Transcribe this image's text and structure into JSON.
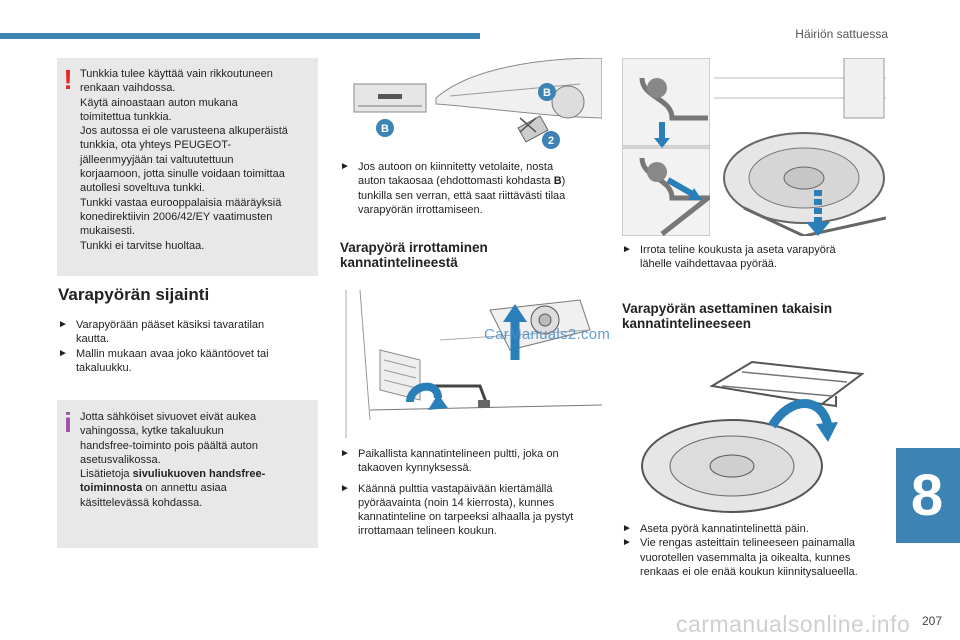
{
  "header": {
    "section_title": "Häiriön sattuessa"
  },
  "chapter": {
    "number": "8"
  },
  "page": {
    "number": "207"
  },
  "warning_box": {
    "icon": "exclamation-warning-icon",
    "lines": [
      "Tunkkia tulee käyttää vain rikkoutuneen",
      "renkaan vaihdossa.",
      "Käytä ainoastaan auton mukana",
      "toimitettua tunkkia.",
      "Jos autossa ei ole varusteena alkuperäistä",
      "tunkkia, ota yhteys PEUGEOT-",
      "jälleenmyyjään tai valtuutettuun",
      "korjaamoon, jotta sinulle voidaan toimittaa",
      "autollesi soveltuva tunkki.",
      "Tunkki vastaa eurooppalaisia määräyksiä",
      "konedirektiivin 2006/42/EY vaatimusten",
      "mukaisesti.",
      "Tunkki ei tarvitse huoltaa."
    ]
  },
  "col1": {
    "heading": "Varapyörän sijainti",
    "bullets": [
      [
        "Varapyörään pääset käsiksi tavaratilan",
        "kautta."
      ],
      [
        "Mallin mukaan avaa joko kääntöovet tai",
        "takaluukku."
      ]
    ]
  },
  "info_box": {
    "icon": "info-icon",
    "line1": "Jotta sähköiset sivuovet eivät aukea",
    "line2": "vahingossa, kytke takaluukun",
    "line3": "handsfree-toiminto pois päältä auton",
    "line4": "asetusvalikossa.",
    "line5_prefix": "Lisätietoja ",
    "line5_bold": "sivuliukuoven handsfree-",
    "line6_bold": "toiminnosta",
    "line6_suffix": " on annettu asiaa",
    "line7": "käsittelevässä kohdassa."
  },
  "col2": {
    "intro_line1": "Jos autoon on kiinnitetty vetolaite, nosta",
    "intro_line2_prefix": "auton takaosaa (ehdottomasti kohdasta ",
    "intro_line2_bold": "B",
    "intro_line2_suffix": ")",
    "intro_line3": "tunkilla sen verran, että saat riittävästi tilaa",
    "intro_line4": "varapyörän irrottamiseen.",
    "heading_line1": "Varapyörä irrottaminen",
    "heading_line2": "kannatintelineestä",
    "bullets": [
      [
        "Paikallista kannatintelineen pultti, joka on",
        "takaoven kynnyksessä."
      ],
      [
        "Käännä pulttia vastapäivään kiertämällä",
        "pyöräavainta (noin 14 kierrosta), kunnes",
        "kannatinteline on tarpeeksi alhaalla ja pystyt",
        "irrottamaan telineen koukun."
      ]
    ],
    "fig_labels": {
      "b1": "B",
      "b2": "B",
      "two": "2"
    },
    "watermark": "CarManuals2.com"
  },
  "col3": {
    "bullet1": [
      "Irrota teline koukusta ja aseta varapyörä",
      "lähelle vaihdettavaa pyörää."
    ],
    "heading_line1": "Varapyörän asettaminen takaisin",
    "heading_line2": "kannatintelineeseen",
    "bullets": [
      [
        "Aseta pyörä kannatintelinettä päin."
      ],
      [
        "Vie rengas asteittain telineeseen painamalla",
        "vuorotellen vasemmalta ja oikealta, kunnes",
        "renkaas ei ole enää koukun kiinnitysalueella."
      ]
    ]
  },
  "footer": {
    "watermark": "carmanualsonline.info"
  },
  "colors": {
    "accent": "#3d83b4",
    "warning": "#e3282d",
    "info": "#9b51a4",
    "box_bg": "#e8e8e8",
    "arrow": "#2a7fb8"
  }
}
